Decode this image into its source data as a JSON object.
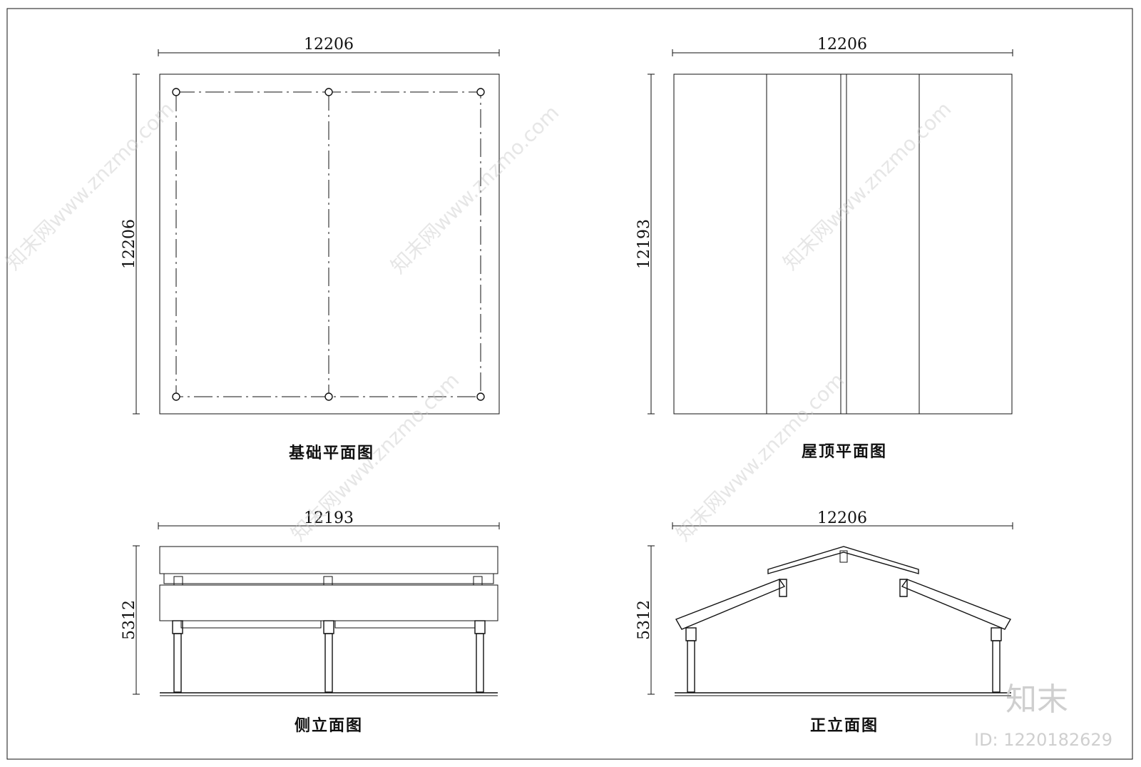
{
  "drawings": {
    "foundation_plan": {
      "title": "基础平面图",
      "width_dim": "12206",
      "height_dim": "12206"
    },
    "roof_plan": {
      "title": "屋顶平面图",
      "width_dim": "12206",
      "height_dim": "12193"
    },
    "side_elevation": {
      "title": "侧立面图",
      "width_dim": "12193",
      "height_dim": "5312"
    },
    "front_elevation": {
      "title": "正立面图",
      "width_dim": "12206",
      "height_dim": "5312"
    }
  },
  "watermark": {
    "text": "知末网www.znzmo.com",
    "brand": "知末",
    "id_label": "ID: 1220182629"
  },
  "colors": {
    "ink": "#111111",
    "watermark": "#cfcfcf"
  }
}
